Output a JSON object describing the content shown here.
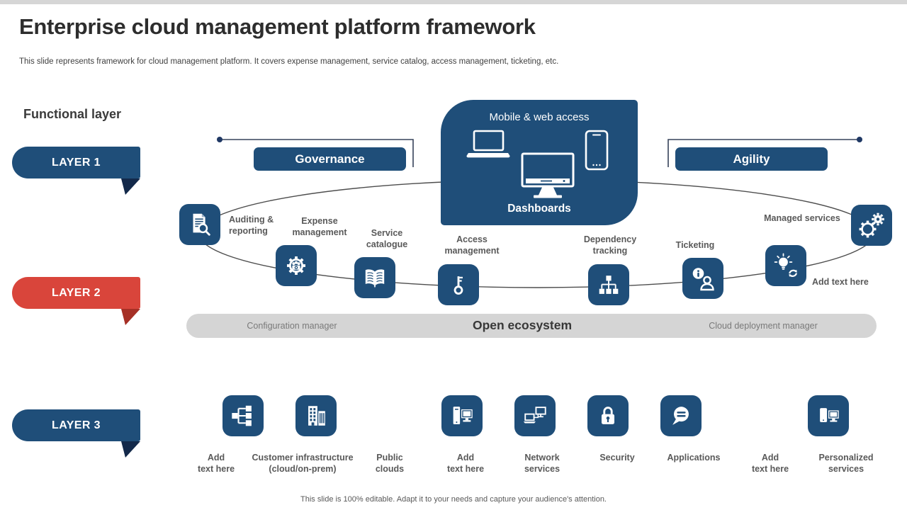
{
  "slide": {
    "title": "Enterprise cloud management platform framework",
    "subtitle": "This slide represents framework for cloud management platform. It covers expense management, service catalog, access management, ticketing, etc.",
    "footer": "This slide is 100% editable. Adapt it to your needs and capture your audience's attention."
  },
  "functional_layer_label": "Functional layer",
  "layers": [
    {
      "label": "LAYER 1",
      "color": "#1F4E79"
    },
    {
      "label": "LAYER 2",
      "color": "#D9453B"
    },
    {
      "label": "LAYER 3",
      "color": "#1F4E79"
    }
  ],
  "top_boxes": {
    "governance_label": "Governance",
    "agility_label": "Agility"
  },
  "center_box": {
    "top_label": "Mobile & web access",
    "bottom_label": "Dashboards",
    "icons": [
      "laptop-icon",
      "desktop-monitor-icon",
      "smartphone-icon"
    ]
  },
  "arc_items": [
    {
      "label": "Auditing &\ntext_br reporting",
      "icon": "document-search-icon"
    },
    {
      "label": "Expense\nmanagement",
      "icon": "gear-coins-icon"
    },
    {
      "label": "Service\ncatalogue",
      "icon": "open-book-icon"
    },
    {
      "label": "Access\nmanagement",
      "icon": "key-icon"
    },
    {
      "label": "Dependency\ntracking",
      "icon": "hierarchy-icon"
    },
    {
      "label": "Ticketing",
      "icon": "support-person-icon"
    },
    {
      "label": "Add text here",
      "icon": "idea-refresh-icon"
    },
    {
      "label": "Managed services",
      "icon": "gears-icon"
    }
  ],
  "ecosystem_bar": {
    "left_label": "Configuration manager",
    "center_label": "Open ecosystem",
    "right_label": "Cloud deployment manager"
  },
  "bottom_items": [
    {
      "label": "Add\ntext here",
      "icon": "flowchart-icon"
    },
    {
      "label": "Customer infrastructure\n(cloud/on-prem)",
      "icon": "buildings-icon"
    },
    {
      "label": "Public\nclouds",
      "icon": null
    },
    {
      "label": "Add\ntext here",
      "icon": "workstation-icon"
    },
    {
      "label": "Network\nservices",
      "icon": "connected-devices-icon"
    },
    {
      "label": "Security",
      "icon": "padlock-icon"
    },
    {
      "label": "Applications",
      "icon": "chat-bubble-icon"
    },
    {
      "label": "Add\ntext here",
      "icon": null
    },
    {
      "label": "Personalized\nservices",
      "icon": "phone-monitor-icon"
    }
  ],
  "colors": {
    "navy": "#1F4E79",
    "navy_tail": "#13294A",
    "red": "#D9453B",
    "red_tail": "#A63026",
    "ecosystem_bar_gray": "#D5D5D5",
    "label_gray": "#595959",
    "line_gray": "#4d4d4d"
  }
}
